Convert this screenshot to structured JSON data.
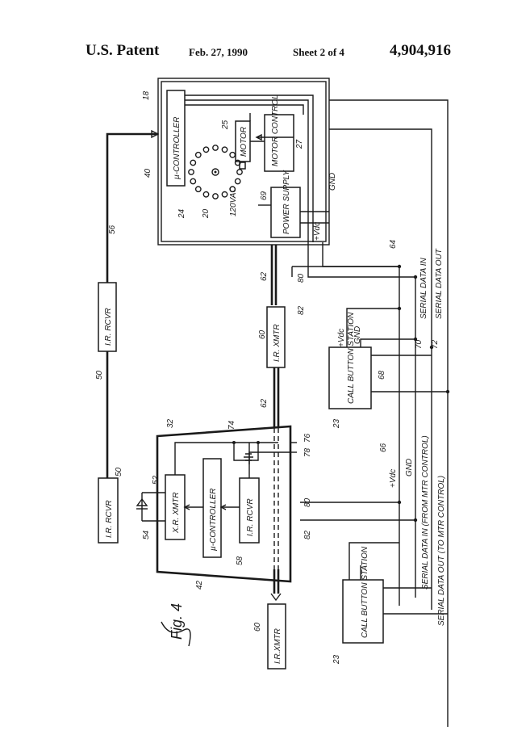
{
  "header": {
    "patent": "U.S. Patent",
    "date": "Feb. 27, 1990",
    "sheet": "Sheet 2 of 4",
    "number": "4,904,916"
  },
  "blocks": {
    "u_controller_top": "µ-CONTROLLER",
    "motor": "MOTOR",
    "motor_control": "MOTOR CONTROL",
    "power_supply": "POWER SUPPLY",
    "ir_rcvr_upper": "I.R. RCVR",
    "ir_xmtr_mid": "I.R. XMTR",
    "call_button_right": "CALL BUTTON STATION",
    "ir_rcvr_left": "I.R. RCVR",
    "xr_xmtr": "X.R. XMTR",
    "u_controller_low": "µ-CONTROLLER",
    "ir_rcvr_inner": "I.R. RCVR",
    "ir_xmtr_low": "I.R.XMTR",
    "call_button_left": "CALL BUTTON STATION"
  },
  "signals": {
    "vac": "120VAC",
    "gnd_top": "GND",
    "vdc_top": "+Vdc",
    "serial_in": "SERIAL DATA IN",
    "serial_out": "SERIAL DATA OUT",
    "vdc_cb": "+Vdc",
    "gnd_cb": "GND",
    "vdc_mid": "+Vdc",
    "gnd_mid": "GND",
    "serial_in_from": "SERIAL DATA IN (FROM MTR CONTROL)",
    "serial_out_to": "SERIAL DATA OUT (TO MTR CONTROL)"
  },
  "refs": {
    "r18": "18",
    "r40": "40",
    "r25": "25",
    "r27": "27",
    "r24": "24",
    "r20": "20",
    "r69": "69",
    "r56": "56",
    "r50a": "50",
    "r62a": "62",
    "r80a": "80",
    "r82a": "82",
    "r64": "64",
    "r60a": "60",
    "r70": "70",
    "r72": "72",
    "r68": "68",
    "r23a": "23",
    "r62b": "62",
    "r66": "66",
    "r32": "32",
    "r74": "74",
    "r76": "76",
    "r78": "78",
    "r50b": "50",
    "r52": "52",
    "r80b": "80",
    "r82b": "82",
    "r54": "54",
    "r58": "58",
    "r42": "42",
    "r60b": "60",
    "r23b": "23"
  },
  "figure_label": "Fig. 4"
}
